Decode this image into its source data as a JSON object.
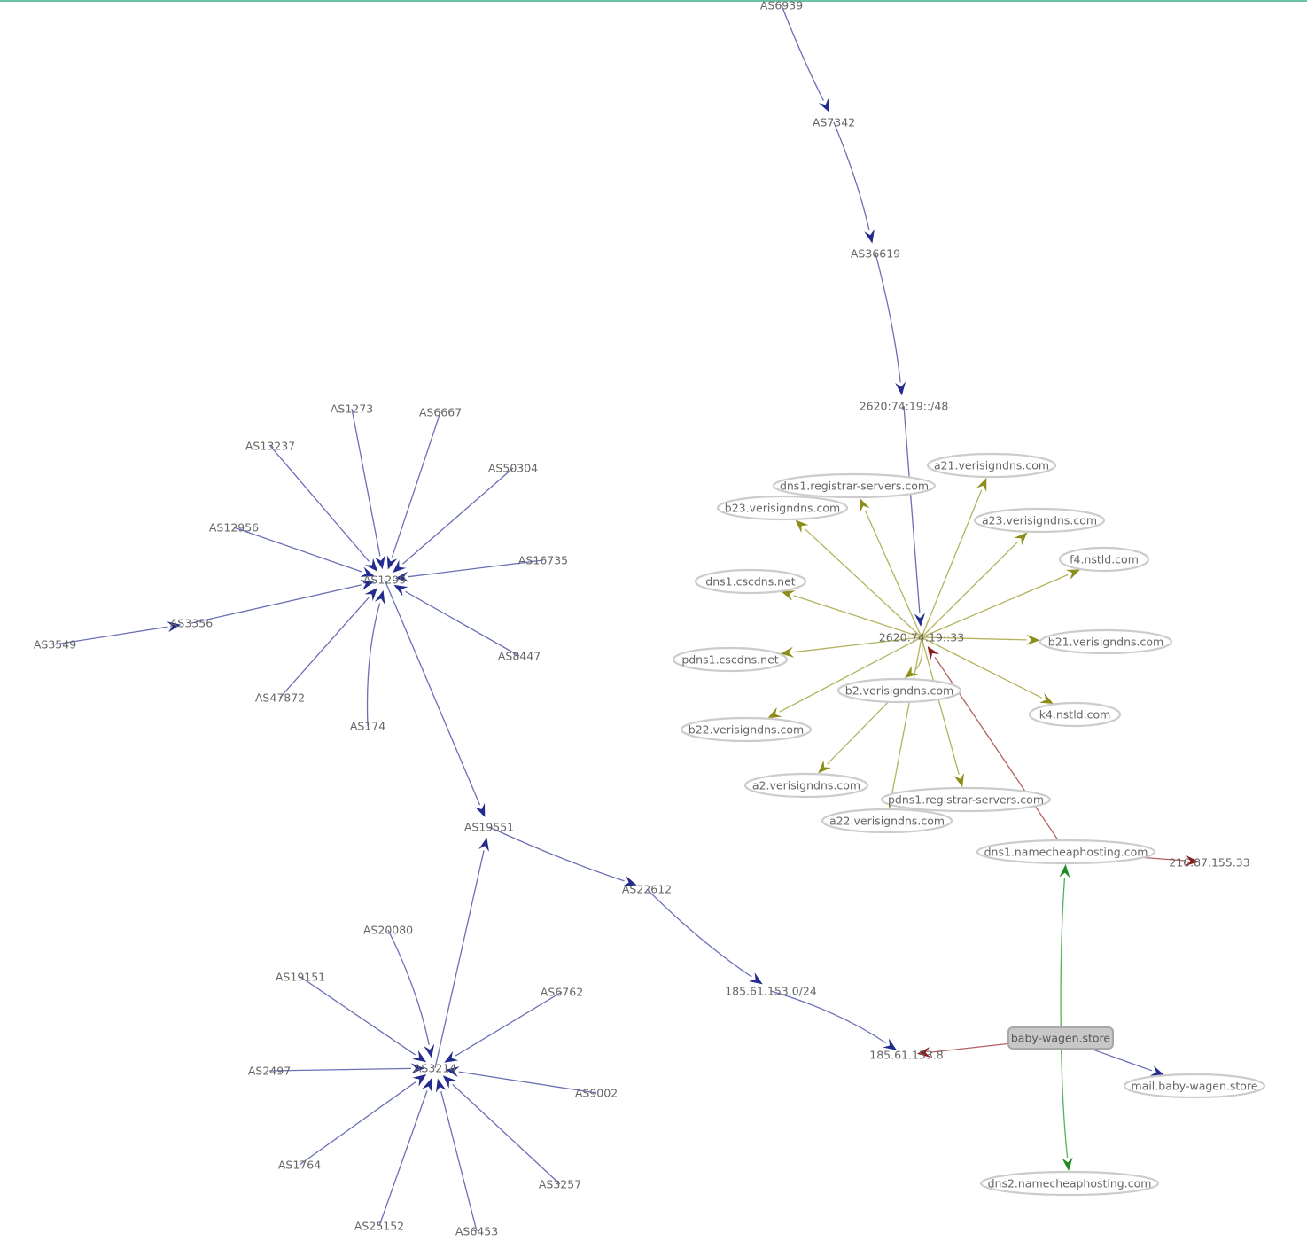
{
  "colors": {
    "as_route": "#232c8e",
    "as_route_line": "#6b6fb5",
    "dns_ns": "#8d8d1a",
    "dns_ns_line": "#b3b35e",
    "resolve": "#8b1a1a",
    "resolve_line": "#b56060",
    "domain_ns": "#1e8c1e",
    "domain_ns_line": "#52b352",
    "label": "#666666",
    "node_outline": "#cccccc",
    "root_fill": "#c8c8c8"
  },
  "nodes": [
    {
      "id": "as6939",
      "label": "AS6939",
      "kind": "plain"
    },
    {
      "id": "as7342",
      "label": "AS7342",
      "kind": "plain"
    },
    {
      "id": "as36619",
      "label": "AS36619",
      "kind": "plain"
    },
    {
      "id": "pfx_2620_48",
      "label": "2620:74:19::/48",
      "kind": "plain"
    },
    {
      "id": "ip_2620_33",
      "label": "2620:74:19::33",
      "kind": "plain"
    },
    {
      "id": "a21",
      "label": "a21.verisigndns.com",
      "kind": "ellipse"
    },
    {
      "id": "dns1rs",
      "label": "dns1.registrar-servers.com",
      "kind": "ellipse"
    },
    {
      "id": "b23",
      "label": "b23.verisigndns.com",
      "kind": "ellipse"
    },
    {
      "id": "a23",
      "label": "a23.verisigndns.com",
      "kind": "ellipse"
    },
    {
      "id": "f4",
      "label": "f4.nstld.com",
      "kind": "ellipse"
    },
    {
      "id": "dns1cscdns",
      "label": "dns1.cscdns.net",
      "kind": "ellipse"
    },
    {
      "id": "b21",
      "label": "b21.verisigndns.com",
      "kind": "ellipse"
    },
    {
      "id": "pdns1csc",
      "label": "pdns1.cscdns.net",
      "kind": "ellipse"
    },
    {
      "id": "b2",
      "label": "b2.verisigndns.com",
      "kind": "ellipse"
    },
    {
      "id": "k4",
      "label": "k4.nstld.com",
      "kind": "ellipse"
    },
    {
      "id": "b22",
      "label": "b22.verisigndns.com",
      "kind": "ellipse"
    },
    {
      "id": "a2",
      "label": "a2.verisigndns.com",
      "kind": "ellipse"
    },
    {
      "id": "pdns1rs",
      "label": "pdns1.registrar-servers.com",
      "kind": "ellipse"
    },
    {
      "id": "a22",
      "label": "a22.verisigndns.com",
      "kind": "ellipse"
    },
    {
      "id": "dns1nc",
      "label": "dns1.namecheaphosting.com",
      "kind": "ellipse"
    },
    {
      "id": "ip_216",
      "label": "216.87.155.33",
      "kind": "plain"
    },
    {
      "id": "root",
      "label": "baby-wagen.store",
      "kind": "root"
    },
    {
      "id": "mail",
      "label": "mail.baby-wagen.store",
      "kind": "ellipse"
    },
    {
      "id": "dns2nc",
      "label": "dns2.namecheaphosting.com",
      "kind": "ellipse"
    },
    {
      "id": "ip_185_8",
      "label": "185.61.153.8",
      "kind": "plain"
    },
    {
      "id": "pfx_185_24",
      "label": "185.61.153.0/24",
      "kind": "plain"
    },
    {
      "id": "as22612",
      "label": "AS22612",
      "kind": "plain"
    },
    {
      "id": "as19551",
      "label": "AS19551",
      "kind": "plain"
    },
    {
      "id": "as1299",
      "label": "AS1299",
      "kind": "plain"
    },
    {
      "id": "as1273",
      "label": "AS1273",
      "kind": "plain"
    },
    {
      "id": "as6667",
      "label": "AS6667",
      "kind": "plain"
    },
    {
      "id": "as13237",
      "label": "AS13237",
      "kind": "plain"
    },
    {
      "id": "as50304",
      "label": "AS50304",
      "kind": "plain"
    },
    {
      "id": "as12956",
      "label": "AS12956",
      "kind": "plain"
    },
    {
      "id": "as16735",
      "label": "AS16735",
      "kind": "plain"
    },
    {
      "id": "as3356",
      "label": "AS3356",
      "kind": "plain"
    },
    {
      "id": "as3549",
      "label": "AS3549",
      "kind": "plain"
    },
    {
      "id": "as8447",
      "label": "AS8447",
      "kind": "plain"
    },
    {
      "id": "as47872",
      "label": "AS47872",
      "kind": "plain"
    },
    {
      "id": "as174",
      "label": "AS174",
      "kind": "plain"
    },
    {
      "id": "as3214",
      "label": "AS3214",
      "kind": "plain"
    },
    {
      "id": "as20080",
      "label": "AS20080",
      "kind": "plain"
    },
    {
      "id": "as19151",
      "label": "AS19151",
      "kind": "plain"
    },
    {
      "id": "as6762",
      "label": "AS6762",
      "kind": "plain"
    },
    {
      "id": "as2497",
      "label": "AS2497",
      "kind": "plain"
    },
    {
      "id": "as9002",
      "label": "AS9002",
      "kind": "plain"
    },
    {
      "id": "as1764",
      "label": "AS1764",
      "kind": "plain"
    },
    {
      "id": "as3257",
      "label": "AS3257",
      "kind": "plain"
    },
    {
      "id": "as25152",
      "label": "AS25152",
      "kind": "plain"
    },
    {
      "id": "as6453",
      "label": "AS6453",
      "kind": "plain"
    }
  ],
  "edges": [
    {
      "from": "as6939",
      "to": "as7342",
      "type": "as_route"
    },
    {
      "from": "as7342",
      "to": "as36619",
      "type": "as_route"
    },
    {
      "from": "as36619",
      "to": "pfx_2620_48",
      "type": "as_route"
    },
    {
      "from": "pfx_2620_48",
      "to": "ip_2620_33",
      "type": "as_route"
    },
    {
      "from": "ip_2620_33",
      "to": "a21",
      "type": "dns_ns"
    },
    {
      "from": "ip_2620_33",
      "to": "dns1rs",
      "type": "dns_ns"
    },
    {
      "from": "ip_2620_33",
      "to": "b23",
      "type": "dns_ns"
    },
    {
      "from": "ip_2620_33",
      "to": "a23",
      "type": "dns_ns"
    },
    {
      "from": "ip_2620_33",
      "to": "f4",
      "type": "dns_ns"
    },
    {
      "from": "ip_2620_33",
      "to": "dns1cscdns",
      "type": "dns_ns"
    },
    {
      "from": "ip_2620_33",
      "to": "b21",
      "type": "dns_ns"
    },
    {
      "from": "ip_2620_33",
      "to": "pdns1csc",
      "type": "dns_ns"
    },
    {
      "from": "ip_2620_33",
      "to": "b2",
      "type": "dns_ns"
    },
    {
      "from": "ip_2620_33",
      "to": "k4",
      "type": "dns_ns"
    },
    {
      "from": "ip_2620_33",
      "to": "b22",
      "type": "dns_ns"
    },
    {
      "from": "b2",
      "to": "a2",
      "type": "dns_ns"
    },
    {
      "from": "ip_2620_33",
      "to": "pdns1rs",
      "type": "dns_ns"
    },
    {
      "from": "ip_2620_33",
      "to": "a22",
      "type": "dns_ns"
    },
    {
      "from": "dns1nc",
      "to": "ip_2620_33",
      "type": "resolve"
    },
    {
      "from": "dns1nc",
      "to": "ip_216",
      "type": "resolve"
    },
    {
      "from": "root",
      "to": "dns1nc",
      "type": "domain_ns"
    },
    {
      "from": "root",
      "to": "dns2nc",
      "type": "domain_ns"
    },
    {
      "from": "root",
      "to": "mail",
      "type": "as_route"
    },
    {
      "from": "root",
      "to": "ip_185_8",
      "type": "resolve"
    },
    {
      "from": "pfx_185_24",
      "to": "ip_185_8",
      "type": "as_route"
    },
    {
      "from": "as22612",
      "to": "pfx_185_24",
      "type": "as_route"
    },
    {
      "from": "as19551",
      "to": "as22612",
      "type": "as_route"
    },
    {
      "from": "as1299",
      "to": "as19551",
      "type": "as_route"
    },
    {
      "from": "as3214",
      "to": "as19551",
      "type": "as_route"
    },
    {
      "from": "as1273",
      "to": "as1299",
      "type": "as_route"
    },
    {
      "from": "as6667",
      "to": "as1299",
      "type": "as_route"
    },
    {
      "from": "as13237",
      "to": "as1299",
      "type": "as_route"
    },
    {
      "from": "as50304",
      "to": "as1299",
      "type": "as_route"
    },
    {
      "from": "as12956",
      "to": "as1299",
      "type": "as_route"
    },
    {
      "from": "as16735",
      "to": "as1299",
      "type": "as_route"
    },
    {
      "from": "as3356",
      "to": "as1299",
      "type": "as_route"
    },
    {
      "from": "as3549",
      "to": "as3356",
      "type": "as_route"
    },
    {
      "from": "as8447",
      "to": "as1299",
      "type": "as_route"
    },
    {
      "from": "as47872",
      "to": "as1299",
      "type": "as_route"
    },
    {
      "from": "as174",
      "to": "as1299",
      "type": "as_route"
    },
    {
      "from": "as20080",
      "to": "as3214",
      "type": "as_route"
    },
    {
      "from": "as19151",
      "to": "as3214",
      "type": "as_route"
    },
    {
      "from": "as6762",
      "to": "as3214",
      "type": "as_route"
    },
    {
      "from": "as2497",
      "to": "as3214",
      "type": "as_route"
    },
    {
      "from": "as9002",
      "to": "as3214",
      "type": "as_route"
    },
    {
      "from": "as1764",
      "to": "as3214",
      "type": "as_route"
    },
    {
      "from": "as3257",
      "to": "as3214",
      "type": "as_route"
    },
    {
      "from": "as25152",
      "to": "as3214",
      "type": "as_route"
    },
    {
      "from": "as6453",
      "to": "as3214",
      "type": "as_route"
    }
  ]
}
